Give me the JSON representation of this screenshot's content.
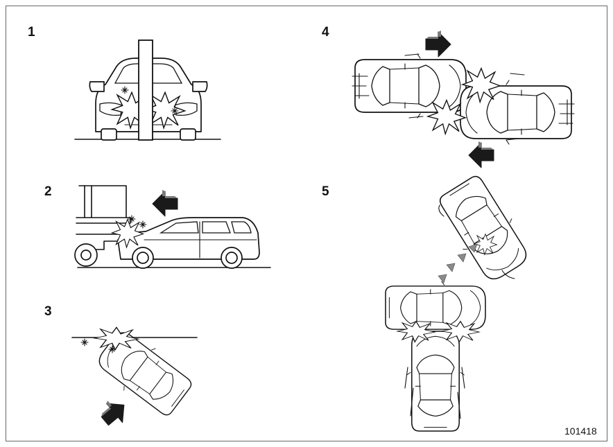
{
  "figure": {
    "code": "101418",
    "panels": [
      {
        "label": "1"
      },
      {
        "label": "2"
      },
      {
        "label": "3"
      },
      {
        "label": "4"
      },
      {
        "label": "5"
      }
    ]
  }
}
